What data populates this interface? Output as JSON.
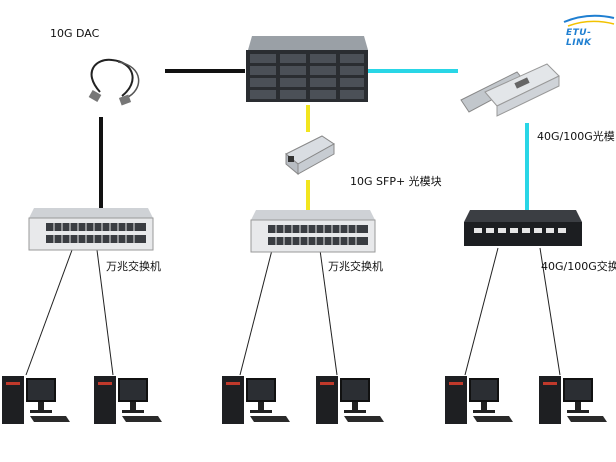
{
  "labels": {
    "dac": "10G DAC",
    "sfp": "10G SFP+ 光模块",
    "qsfp": "40G/100G光模",
    "switch_left": "万兆交换机",
    "switch_mid": "万兆交换机",
    "switch_right": "40G/100G交换"
  },
  "logo": {
    "text": "ETU-LINK"
  },
  "colors": {
    "link_10g_dac": "#111111",
    "link_10g_sfp": "#f2e51e",
    "link_40g_100g": "#29d6e6",
    "client_link": "#222222",
    "logo_blue": "#1f7fd1",
    "logo_yellow": "#f2c200"
  }
}
